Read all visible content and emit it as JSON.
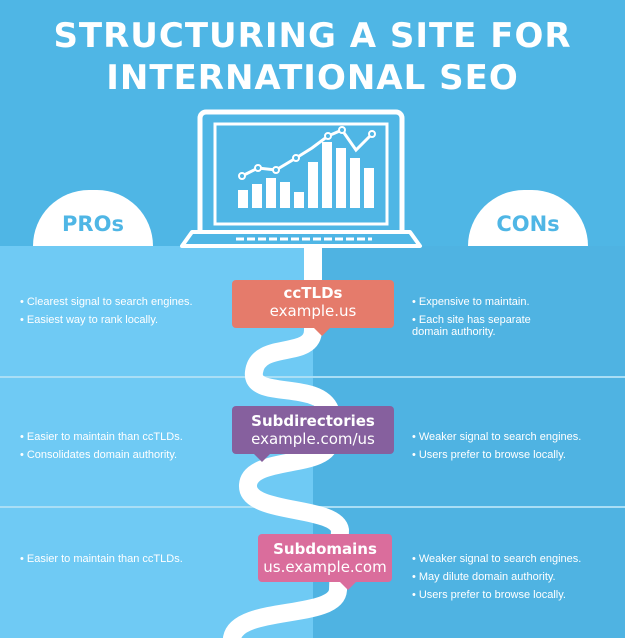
{
  "title": {
    "line1": "STRUCTURING A SITE FOR",
    "line2": "INTERNATIONAL SEO"
  },
  "columns": {
    "pros_label": "PROs",
    "cons_label": "CONs"
  },
  "colors": {
    "background": "#4fb6e5",
    "pros_band": "#6fcaf4",
    "cons_band": "#4fb3e2",
    "cctld": "#e57b6b",
    "subdirectories": "#86609e",
    "subdomains": "#da6d9c"
  },
  "icons": [
    "laptop-chart-icon"
  ],
  "sections": [
    {
      "name": "ccTLDs",
      "example": "example.us",
      "pros": [
        "Clearest signal to search engines.",
        "Easiest way to rank locally."
      ],
      "cons": [
        "Expensive to maintain.",
        "Each site has separate domain authority."
      ]
    },
    {
      "name": "Subdirectories",
      "example": "example.com/us",
      "pros": [
        "Easier to maintain than ccTLDs.",
        "Consolidates domain authority."
      ],
      "cons": [
        "Weaker signal to search engines.",
        "Users prefer to browse locally."
      ]
    },
    {
      "name": "Subdomains",
      "example": "us.example.com",
      "pros": [
        "Easier to maintain than ccTLDs."
      ],
      "cons": [
        "Weaker signal to search engines.",
        "May dilute domain authority.",
        "Users prefer to browse locally."
      ]
    }
  ]
}
